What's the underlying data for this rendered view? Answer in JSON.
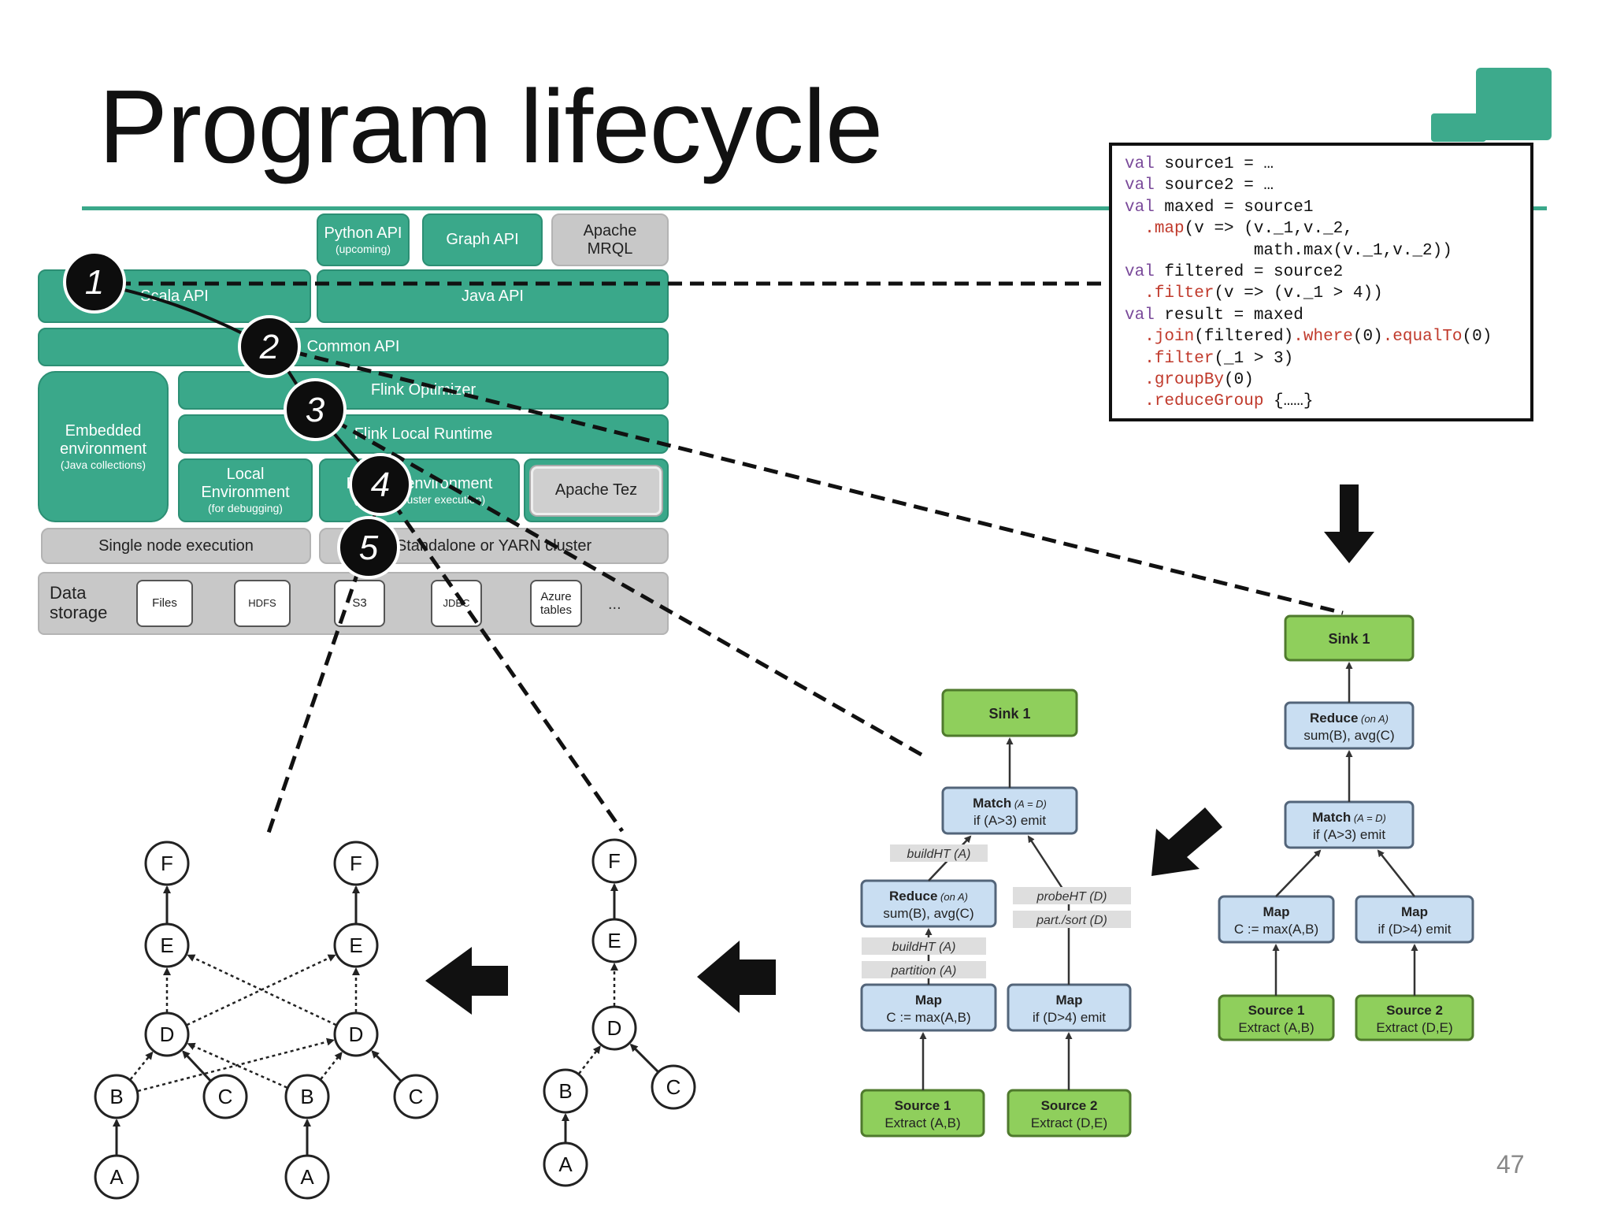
{
  "slide": {
    "title": "Program lifecycle",
    "page_number": "47",
    "accent_color": "#3aa88a"
  },
  "stack": {
    "python_api": "Python API",
    "python_api_note": "(upcoming)",
    "graph_api": "Graph API",
    "apache_mrql_1": "Apache",
    "apache_mrql_2": "MRQL",
    "scala_api": "Scala API",
    "java_api": "Java API",
    "common_api": "Common API",
    "embedded_1": "Embedded",
    "embedded_2": "environment",
    "embedded_note": "(Java collections)",
    "flink_optimizer": "Flink Optimizer",
    "flink_local_runtime": "Flink Local Runtime",
    "local_env_1": "Local",
    "local_env_2": "Environment",
    "local_env_note": "(for debugging)",
    "remote_env": "Remote environment",
    "remote_env_note": "(Regular cluster execution)",
    "apache_tez": "Apache Tez",
    "single_node": "Single node execution",
    "standalone_yarn": "Standalone or YARN cluster",
    "data_storage_1": "Data",
    "data_storage_2": "storage",
    "storage_items": [
      "Files",
      "HDFS",
      "S3",
      "JDBC",
      "Azure tables",
      "..."
    ]
  },
  "steps": [
    "1",
    "2",
    "3",
    "4",
    "5"
  ],
  "code_lines": [
    [
      [
        "kw",
        "val"
      ],
      [
        "t",
        " source1 = …"
      ]
    ],
    [
      [
        "kw",
        "val"
      ],
      [
        "t",
        " source2 = …"
      ]
    ],
    [
      [
        "kw",
        "val"
      ],
      [
        "t",
        " maxed = source1"
      ]
    ],
    [
      [
        "t",
        "  "
      ],
      [
        "fn",
        ".map"
      ],
      [
        "t",
        "(v => (v._1,v._2,"
      ]
    ],
    [
      [
        "t",
        "             math.max(v._1,v._2))"
      ]
    ],
    [
      [
        "kw",
        "val"
      ],
      [
        "t",
        " filtered = source2"
      ]
    ],
    [
      [
        "t",
        "  "
      ],
      [
        "fn",
        ".filter"
      ],
      [
        "t",
        "(v => (v._1 > 4))"
      ]
    ],
    [
      [
        "kw",
        "val"
      ],
      [
        "t",
        " result = maxed"
      ]
    ],
    [
      [
        "t",
        "  "
      ],
      [
        "fn",
        ".join"
      ],
      [
        "t",
        "(filtered)"
      ],
      [
        "fn",
        ".where"
      ],
      [
        "t",
        "(0)"
      ],
      [
        "fn",
        ".equalTo"
      ],
      [
        "t",
        "(0)"
      ]
    ],
    [
      [
        "t",
        "  "
      ],
      [
        "fn",
        ".filter"
      ],
      [
        "t",
        "(_1 > 3)"
      ]
    ],
    [
      [
        "t",
        "  "
      ],
      [
        "fn",
        ".groupBy"
      ],
      [
        "t",
        "(0)"
      ]
    ],
    [
      [
        "t",
        "  "
      ],
      [
        "fn",
        ".reduceGroup"
      ],
      [
        "t",
        " {……}"
      ]
    ]
  ],
  "plan_logical": {
    "sink": "Sink 1",
    "reduce_title": "Reduce",
    "reduce_key": "(on A)",
    "reduce_body": "sum(B), avg(C)",
    "match_title": "Match",
    "match_key": "(A = D)",
    "match_body": "if (A>3) emit",
    "map1_title": "Map",
    "map1_body": "C := max(A,B)",
    "map2_title": "Map",
    "map2_body": "if (D>4) emit",
    "source1_title": "Source 1",
    "source1_body": "Extract (A,B)",
    "source2_title": "Source 2",
    "source2_body": "Extract (D,E)"
  },
  "plan_optimized": {
    "sink": "Sink 1",
    "match_title": "Match",
    "match_key": "(A = D)",
    "match_body": "if (A>3) emit",
    "build_ht_a": "buildHT (A)",
    "probe_ht_d": "probeHT (D)",
    "part_sort_d": "part./sort (D)",
    "reduce_title": "Reduce",
    "reduce_key": "(on A)",
    "reduce_body": "sum(B), avg(C)",
    "build_ht_a_2": "buildHT (A)",
    "partition_a": "partition (A)",
    "map1_title": "Map",
    "map1_body": "C := max(A,B)",
    "map2_title": "Map",
    "map2_body": "if (D>4) emit",
    "source1_title": "Source 1",
    "source1_body": "Extract (A,B)",
    "source2_title": "Source 2",
    "source2_body": "Extract (D,E)"
  },
  "dag_job": {
    "F": "F",
    "E": "E",
    "D": "D",
    "B": "B",
    "C": "C",
    "A": "A"
  },
  "dag_parallel": {
    "F": "F",
    "E": "E",
    "D": "D",
    "B": "B",
    "C": "C",
    "A": "A"
  }
}
